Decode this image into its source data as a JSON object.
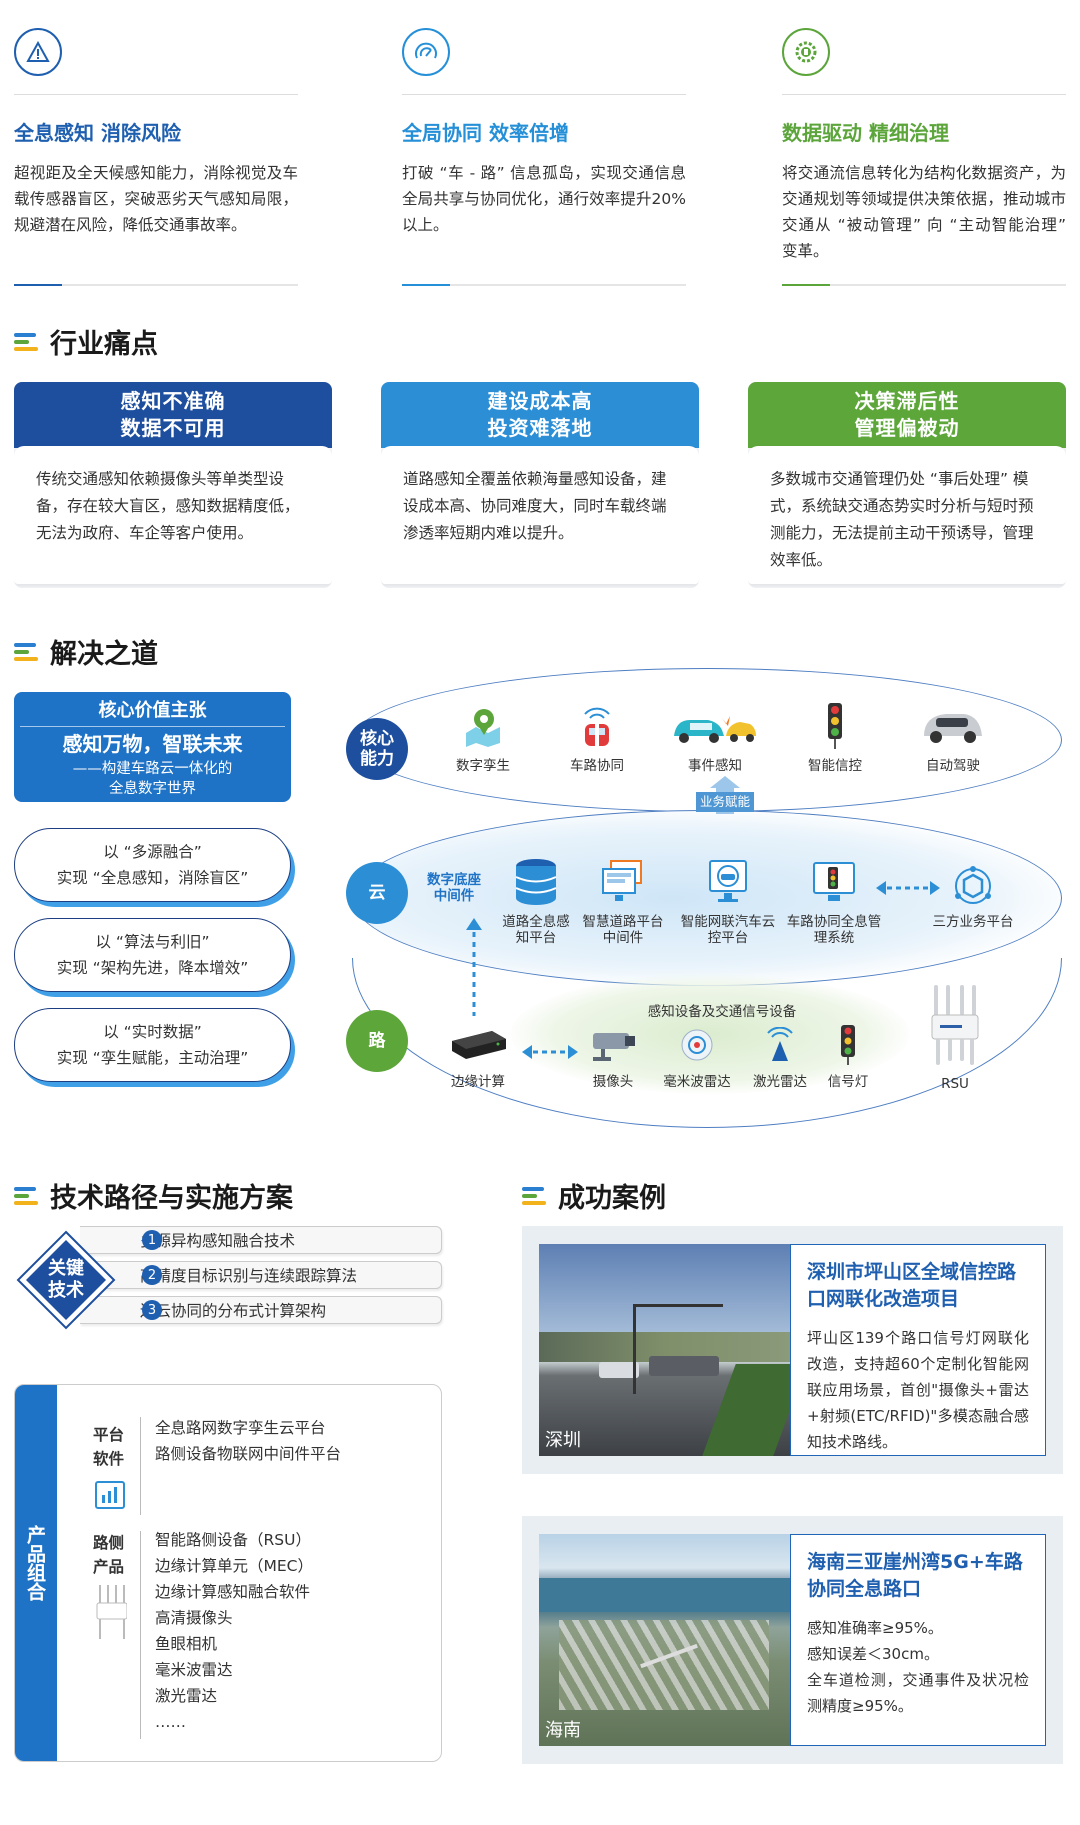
{
  "features": [
    {
      "title": "全息感知 消除风险",
      "body": "超视距及全天候感知能力，消除视觉及车载传感器盲区，突破恶劣天气感知局限，规避潜在风险，降低交通事故率。",
      "color": "#1f5fb0"
    },
    {
      "title": "全局协同 效率倍增",
      "body": "打破 “车 - 路” 信息孤岛，实现交通信息全局共享与协同优化，通行效率提升20%以上。",
      "color": "#2590d8"
    },
    {
      "title": "数据驱动 精细治理",
      "body": "将交通流信息转化为结构化数据资产，为交通规划等领域提供决策依据，推动城市交通从 “被动管理” 向 “主动智能治理” 变革。",
      "color": "#5ba53b"
    }
  ],
  "sections": {
    "pain": "行业痛点",
    "solution": "解决之道",
    "tech": "技术路径与实施方案",
    "cases": "成功案例"
  },
  "pain_cards": [
    {
      "title1": "感知不准确",
      "title2": "数据不可用",
      "body": "传统交通感知依赖摄像头等单类型设备，存在较大盲区，感知数据精度低，无法为政府、车企等客户使用。",
      "color": "#1e4f9f"
    },
    {
      "title1": "建设成本高",
      "title2": "投资难落地",
      "body": "道路感知全覆盖依赖海量感知设备，建设成本高、协同难度大，同时车载终端渗透率短期内难以提升。",
      "color": "#2c8fd6"
    },
    {
      "title1": "决策滞后性",
      "title2": "管理偏被动",
      "body": "多数城市交通管理仍处 “事后处理” 模式，系统缺交通态势实时分析与短时预测能力，无法提前主动干预诱导，管理效率低。",
      "color": "#5da63a"
    }
  ],
  "value": {
    "head": "核心价值主张",
    "main": "感知万物，智联未来",
    "sub1": "——构建车路云一体化的",
    "sub2": "全息数字世界"
  },
  "pills": [
    {
      "l1": "以 “多源融合”",
      "l2": "实现 “全息感知，消除盲区”"
    },
    {
      "l1": "以 “算法与利旧”",
      "l2": "实现 “架构先进，降本增效”"
    },
    {
      "l1": "以 “实时数据”",
      "l2": "实现 “孪生赋能，主动治理”"
    }
  ],
  "arch": {
    "core_label": "核心能力",
    "core_items": [
      "数字孪生",
      "车路协同",
      "事件感知",
      "智能信控",
      "自动驾驶"
    ],
    "empower": "业务赋能",
    "cloud_label": "云",
    "cloud_mid": "数字底座中间件",
    "cloud_items": [
      "道路全息感知平台",
      "智慧道路平台中间件",
      "智能网联汽车云控平台",
      "车路协同全息管理系统",
      "三方业务平台"
    ],
    "road_label": "路",
    "road_caption": "感知设备及交通信号设备",
    "road_items": [
      "边缘计算",
      "摄像头",
      "毫米波雷达",
      "激光雷达",
      "信号灯",
      "RSU"
    ]
  },
  "keytech": {
    "badge": "关键技术",
    "items": [
      "多源异构感知融合技术",
      "高精度目标识别与连续跟踪算法",
      "边云协同的分布式计算架构"
    ]
  },
  "products": {
    "side": "产品组合",
    "platform_label": "平台软件",
    "platform": [
      "全息路网数字孪生云平台",
      "路侧设备物联网中间件平台"
    ],
    "road_label": "路侧产品",
    "road": [
      "智能路侧设备（RSU）",
      "边缘计算单元（MEC）",
      "边缘计算感知融合软件",
      "高清摄像头",
      "鱼眼相机",
      "毫米波雷达",
      "激光雷达",
      "……"
    ]
  },
  "cases": [
    {
      "title": "深圳市坪山区全域信控路口网联化改造项目",
      "body": "坪山区139个路口信号灯网联化改造，支持超60个定制化智能网联应用场景，首创\"摄像头+雷达+射频(ETC/RFID)\"多模态融合感知技术路线。",
      "label": "深圳"
    },
    {
      "title": "海南三亚崖州湾5G+车路协同全息路口",
      "body": "感知准确率≥95%。感知误差＜30cm。全车道检测，交通事件及状况检测精度≥95%。",
      "label": "海南"
    }
  ]
}
